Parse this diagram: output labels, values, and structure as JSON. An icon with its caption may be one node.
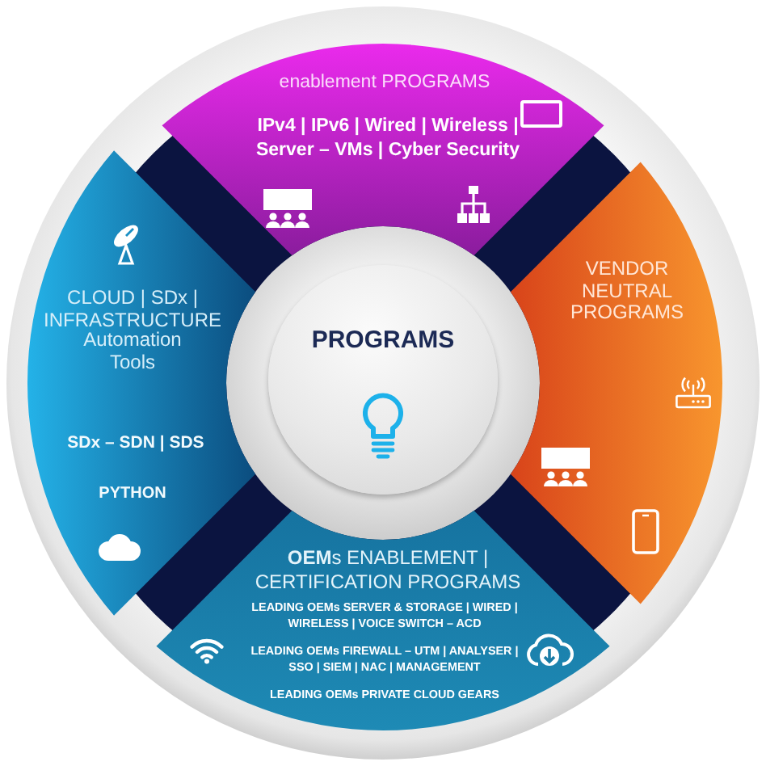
{
  "diagram": {
    "nodes": [
      {
        "text": [
          "enablement PROGRAMS",
          "IPv4 | IPv6 | Wired | Wireless | Server – VMs | Cyber Security"
        ]
      },
      {
        "text": [
          "CLOUD | SDx | INFRASTRUCTURE",
          "Automation Tools",
          "SDx – SDN | SDS",
          "PYTHON"
        ]
      },
      {
        "text": [
          "PROGRAMS"
        ]
      },
      {
        "text": [
          "VENDOR NEUTRAL PROGRAMS"
        ]
      },
      {
        "text": [
          "**OEM**s ENABLEMENT | CERTIFICATION PROGRAMS",
          "LEADING OEMs SERVER & STORAGE | WIRED | WIRELESS | VOICE SWITCH – ACD",
          "LEADING OEMs FIREWALL – UTM | ANALYSER | SSO | SIEM | NAC | MANAGEMENT",
          "LEADING OEMs PRIVATE CLOUD GEARS"
        ]
      }
    ]
  }
}
